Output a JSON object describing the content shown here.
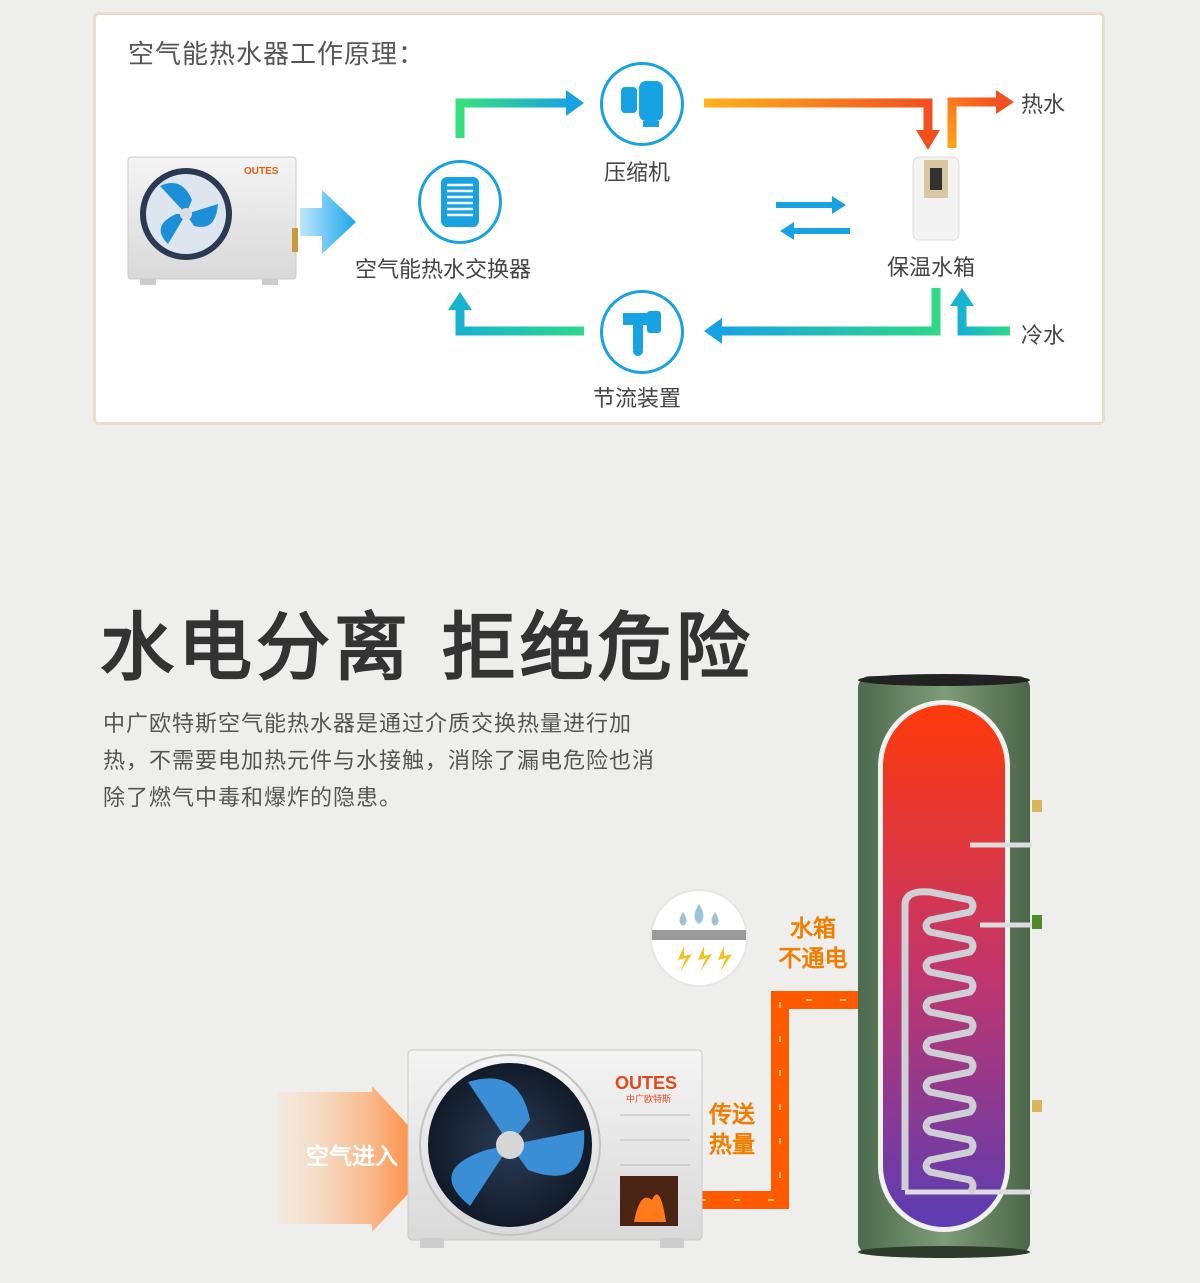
{
  "panel": {
    "title": "空气能热水器工作原理：",
    "nodes": {
      "exchanger": "空气能热水交换器",
      "compressor": "压缩机",
      "tank": "保温水箱",
      "throttle": "节流装置",
      "hot_water": "热水",
      "cold_water": "冷水"
    },
    "outdoor_unit_brand": "OUTES"
  },
  "section": {
    "headline": "水电分离 拒绝危险",
    "paragraph": "中广欧特斯空气能热水器是通过介质交换热量进行加热，不需要电加热元件与水接触，消除了漏电危险也消除了燃气中毒和爆炸的隐患。"
  },
  "illustration": {
    "air_in": "空气进入",
    "transfer_heat_line1": "传送",
    "transfer_heat_line2": "热量",
    "tank_no_power_line1": "水箱",
    "tank_no_power_line2": "不通电",
    "unit_brand": "OUTES",
    "unit_brand_sub": "中广欧特斯"
  },
  "colors": {
    "flow_cool": "#17a3e3",
    "flow_green": "#2fd88a",
    "flow_hot": "#f26c22",
    "heat_pipe": "#ff5a00"
  }
}
